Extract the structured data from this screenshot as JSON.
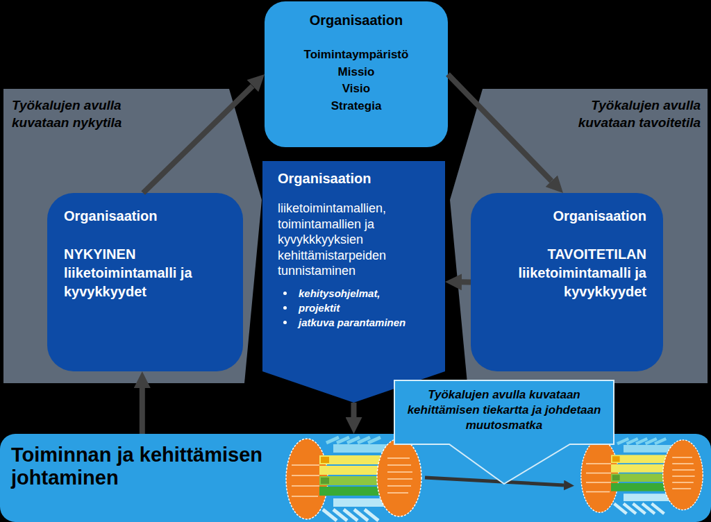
{
  "diagram": {
    "nodes": [
      {
        "text": [
          "Organisaation",
          "Toimintaympäristö",
          "Missio",
          "Visio",
          "Strategia"
        ]
      },
      {
        "text": [
          "Työkalujen avulla kuvataan nykytila"
        ]
      },
      {
        "text": [
          "Työkalujen avulla kuvataan tavoitetila"
        ]
      },
      {
        "text": [
          "Organisaation",
          "NYKYINEN liiketoimintamalli ja kyvykkyydet"
        ],
        "in": 1
      },
      {
        "text": [
          "Organisaation",
          "liiketoimintamallien, toimintamallien ja kyvykkkyyksien kehittämistarpeiden tunnistaminen",
          "kehitysohjelmat,",
          "projektit",
          "jatkuva parantaminen"
        ]
      },
      {
        "text": [
          "Organisaation",
          "TAVOITETILAN liiketoimintamalli ja kyvykkyydet"
        ],
        "in": 2
      },
      {
        "text": [
          "Toiminnan ja kehittämisen johtaminen"
        ]
      },
      {
        "text": [
          "Työkalujen avulla kuvataan kehittämisen tiekartta ja johdetaan muutosmatka"
        ]
      }
    ],
    "edges": [
      {
        "from": 3,
        "to": 0,
        "arrow": "to"
      },
      {
        "from": 0,
        "to": 5,
        "arrow": "to"
      },
      {
        "from": 5,
        "to": 4,
        "arrow": "to"
      },
      {
        "from": 4,
        "to": 6,
        "arrow": "to"
      },
      {
        "from": 6,
        "to": 3,
        "arrow": "to"
      }
    ]
  }
}
